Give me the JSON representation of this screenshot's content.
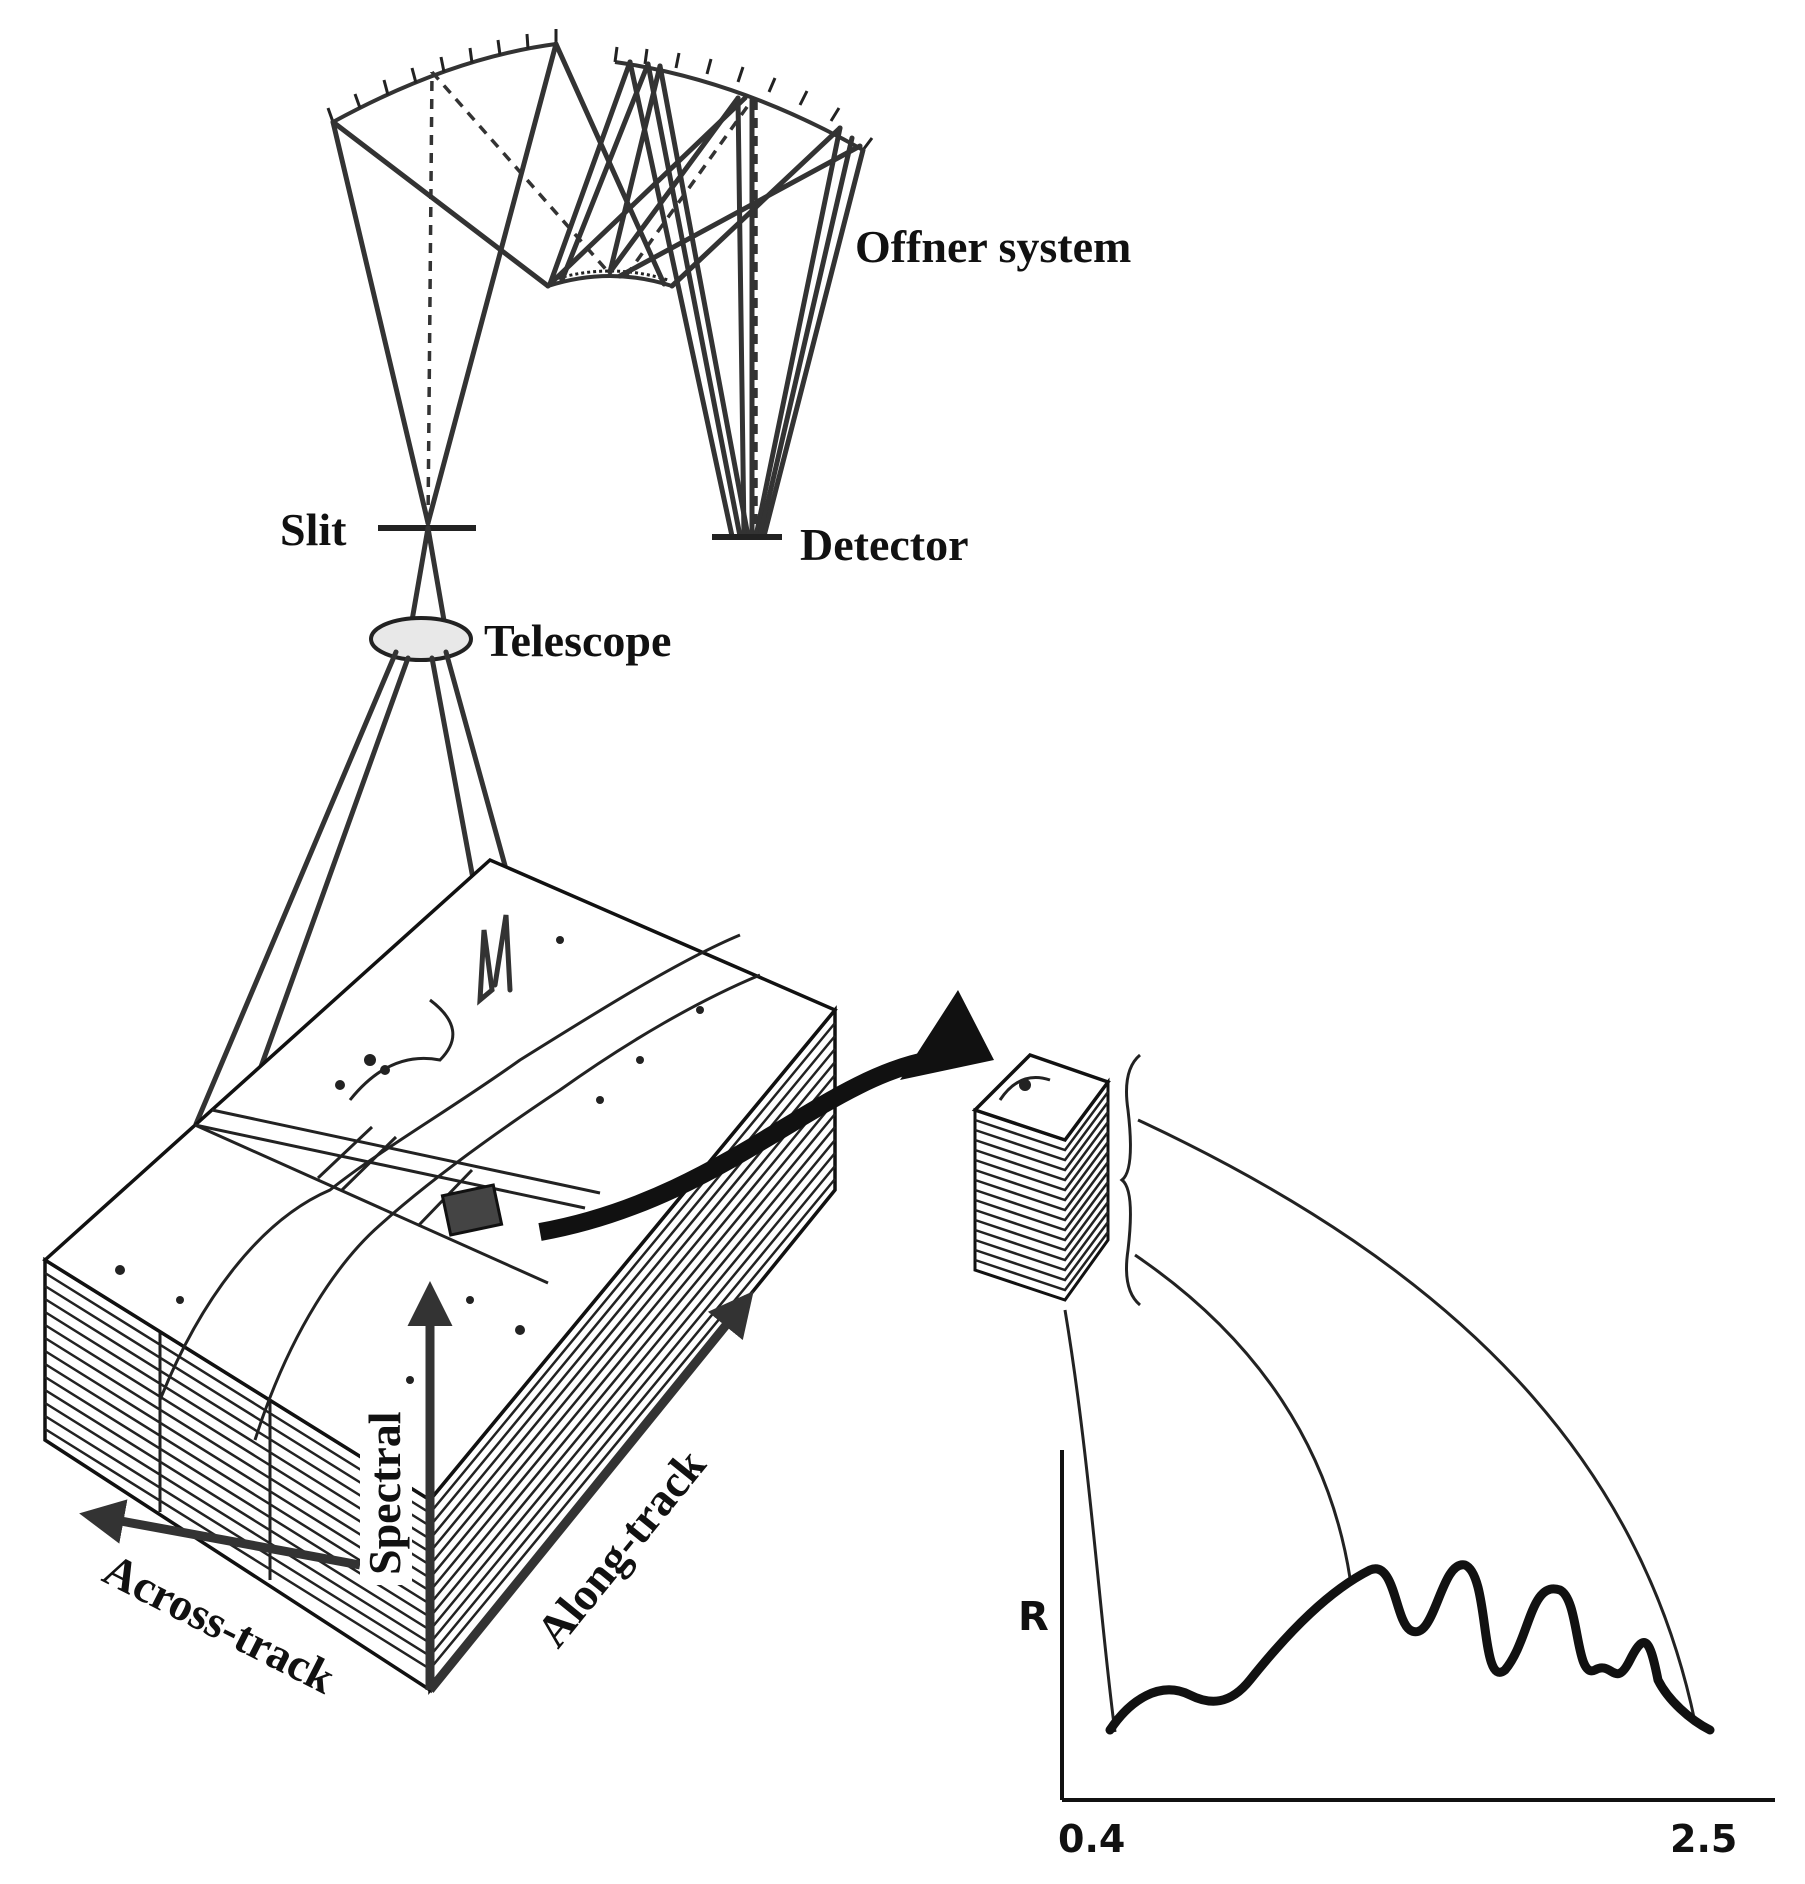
{
  "labels": {
    "offner": "Offner system",
    "slit": "Slit",
    "detector": "Detector",
    "telescope": "Telescope",
    "spectral": "Spectral",
    "along_track": "Along-track",
    "across_track": "Across-track"
  },
  "spectrum_plot": {
    "y_label": "R",
    "x_min_label": "0.4",
    "x_max_label": "2.5"
  }
}
